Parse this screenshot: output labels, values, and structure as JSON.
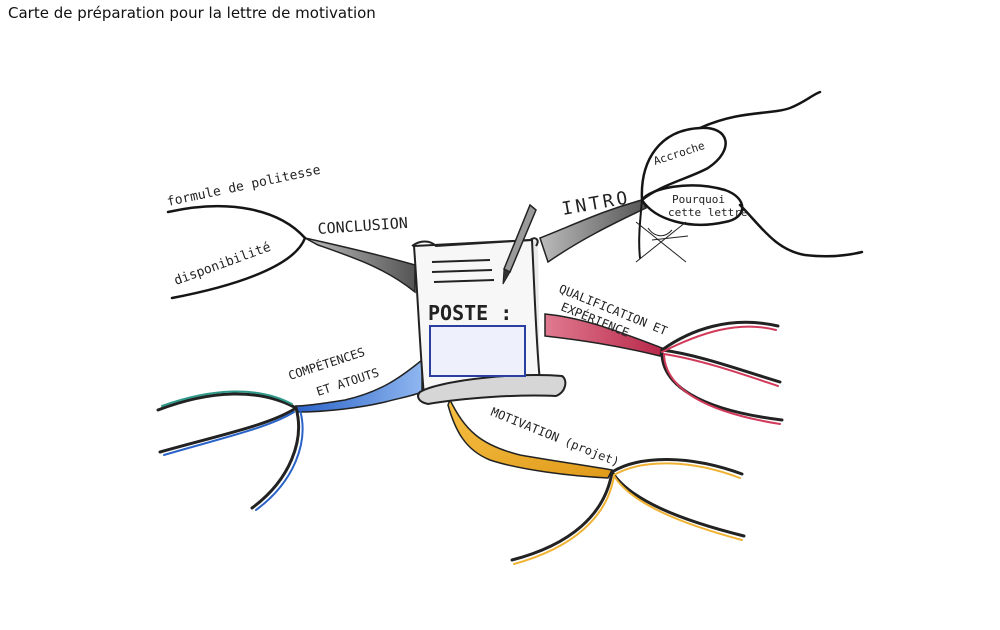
{
  "title": "Carte de préparation pour la lettre de motivation",
  "center": {
    "label": "POSTE :"
  },
  "branches": {
    "intro": {
      "label": "INTRO",
      "subs": [
        "Accroche",
        "Pourquoi",
        "cette lettre"
      ]
    },
    "qualification": {
      "line1": "QUALIFICATION ET",
      "line2": "EXPÉRIENCE",
      "color": "#d23a5a"
    },
    "motivation": {
      "label": "MOTIVATION (projet)",
      "color": "#f0b232"
    },
    "competences": {
      "line1": "COMPÉTENCES",
      "line2": "ET ATOUTS",
      "color": "#2a63c8",
      "accent": "#2f9a8a"
    },
    "conclusion": {
      "label": "CONCLUSION",
      "subs": [
        "formule de politesse",
        "disponibilité"
      ]
    }
  },
  "colors": {
    "ink": "#151515",
    "box": "#2b3fa0",
    "box_fill": "#eef1fb",
    "shadow": "#8a8a8a"
  }
}
